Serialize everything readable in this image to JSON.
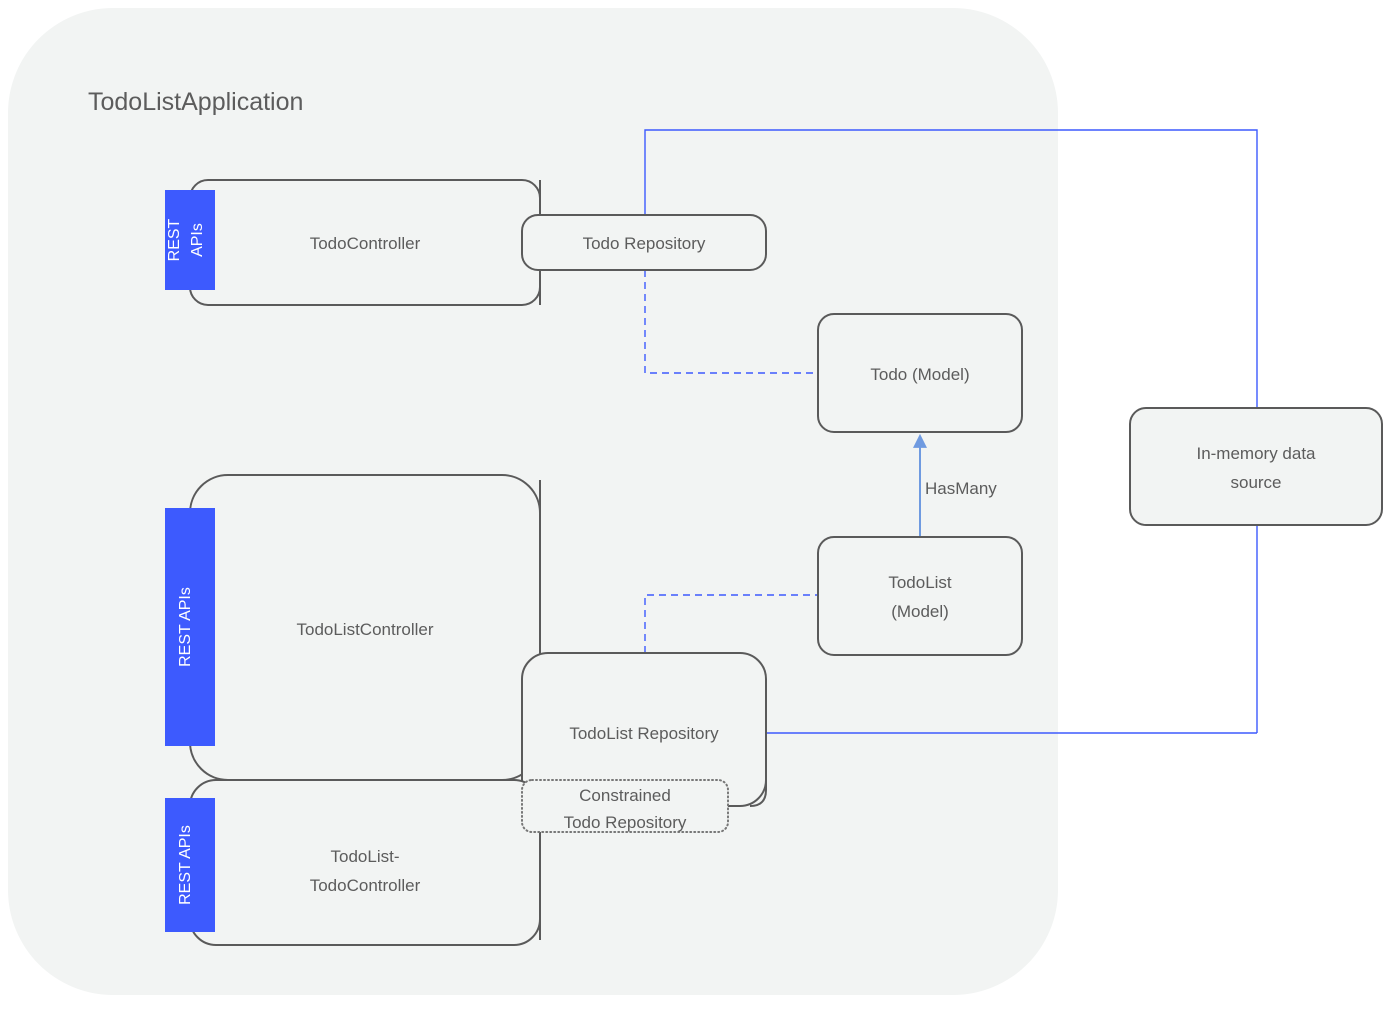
{
  "diagram": {
    "title": "TodoListApplication",
    "type": "architecture-diagram",
    "palette": {
      "container_fill": "#f2f4f3",
      "node_fill": "#f2f4f3",
      "node_stroke": "#5a5a5a",
      "badge_fill": "#3d5afe",
      "badge_text": "#ffffff",
      "link_blue": "#3d5afe",
      "link_hasmany": "#6f9ae0",
      "text": "#5c5c5c",
      "page_background": "#ffffff"
    },
    "nodes": {
      "todo_controller": {
        "label": "TodoController"
      },
      "todolist_controller": {
        "label": "TodoListController"
      },
      "todolist_todo_controller": {
        "label_line1": "TodoList-",
        "label_line2": "TodoController"
      },
      "todo_repository": {
        "label": "Todo Repository"
      },
      "todolist_repository": {
        "label": "TodoList Repository"
      },
      "constrained_todo_repository": {
        "label_line1": "Constrained",
        "label_line2": "Todo Repository"
      },
      "todo_model": {
        "label": "Todo (Model)"
      },
      "todolist_model": {
        "label_line1": "TodoList",
        "label_line2": "(Model)"
      },
      "in_memory_data_source": {
        "label_line1": "In-memory data",
        "label_line2": "source"
      }
    },
    "badges": {
      "todo_controller_rest": {
        "line1": "REST",
        "line2": "APIs"
      },
      "todolist_controller_rest": {
        "label": "REST APIs"
      },
      "todolist_todo_controller_rest": {
        "label": "REST APIs"
      }
    },
    "edges": {
      "has_many": {
        "label": "HasMany",
        "from": "todolist_model",
        "to": "todo_model",
        "style": "solid-arrow"
      },
      "todo_repo_to_todo_model": {
        "label": "",
        "from": "todo_repository",
        "to": "todo_model",
        "style": "dashed"
      },
      "todolist_repo_to_todolist_model": {
        "label": "",
        "from": "todolist_repository",
        "to": "todolist_model",
        "style": "dashed"
      },
      "todo_repo_to_datasource": {
        "label": "",
        "from": "todo_repository",
        "to": "in_memory_data_source",
        "style": "solid"
      },
      "todolist_repo_to_datasource": {
        "label": "",
        "from": "todolist_repository",
        "to": "in_memory_data_source",
        "style": "solid"
      }
    }
  }
}
